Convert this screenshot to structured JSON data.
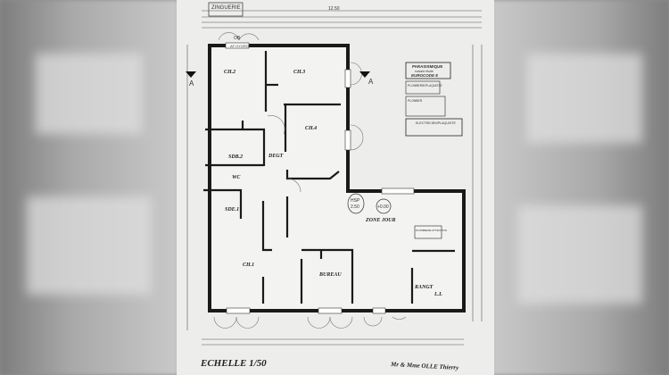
{
  "plan": {
    "zinguerie": "ZINGUERIE",
    "overall_width": "12.50",
    "rooms": {
      "ch2": "CH.2",
      "ch3": "CH.3",
      "ch4": "CH.4",
      "sdb2": "SDB.2",
      "wc": "WC",
      "sde1": "SDE.1",
      "degt": "DEGT",
      "zone_jour": "ZONE JOUR",
      "ch1": "CH.1",
      "bureau": "BUREAU",
      "rangt": "RANGT",
      "ll": "L.L"
    },
    "hsp": "HSP",
    "hsp_value": "2.50",
    "level": "+0.00",
    "section_marker": "A",
    "notes": {
      "parasismique": "PARASISMIQUE",
      "suivant_etude": "suivant étude",
      "eurocode": "EUROCODE 8",
      "plomberie_plaquiste": "PLOMBERIE/PLAQUISTE",
      "plomber": "PLOMBER",
      "electricien": "ELECTRICIEN/PLAQUISTE",
      "plomberie_attention": "PLOMBERIE ATTENTION",
      "fenetre": "OB",
      "hygro": "AF HYGRO"
    },
    "scale": "ECHELLE 1/50",
    "client": "Mr & Mme OLLE Thierry"
  },
  "colors": {
    "wall": "#1a1a1a",
    "paper": "#ededeb"
  }
}
